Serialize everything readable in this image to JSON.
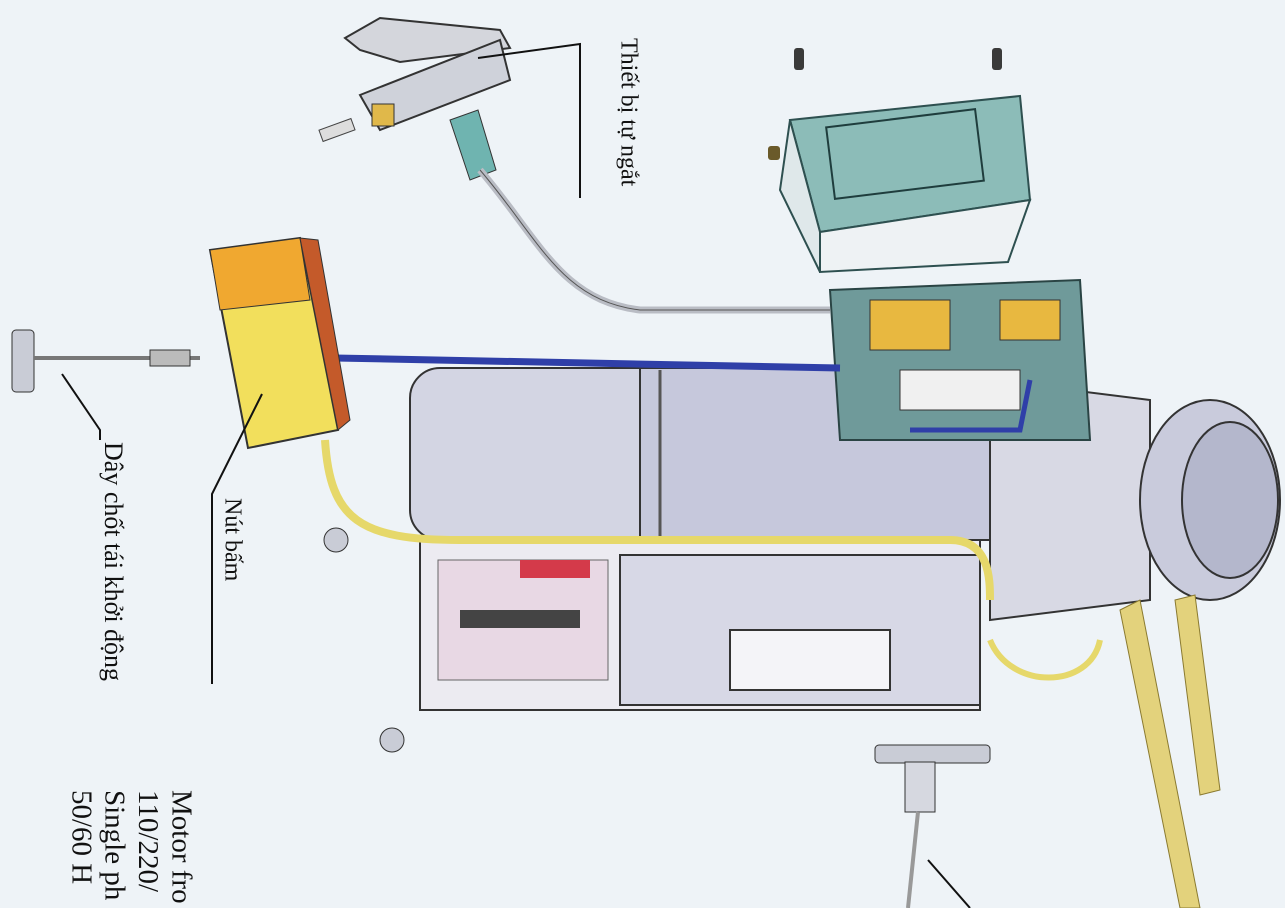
{
  "labels": {
    "auto_cutout": "Thiết bị tự ngắt",
    "push_button": "Nút bấm",
    "restart_cable": "Dây chốt tái khởi động",
    "motor_lines": [
      "Motor fro",
      "110/220/",
      "Single ph",
      "50/60 H"
    ]
  },
  "colors": {
    "background": "#eef3f7",
    "motor_body": "#c9ccdc",
    "cover_teal": "#7fb3b1",
    "button_box": "#f2dd5a",
    "wire_blue": "#2f3fa8",
    "chain": "#e3d27c"
  }
}
